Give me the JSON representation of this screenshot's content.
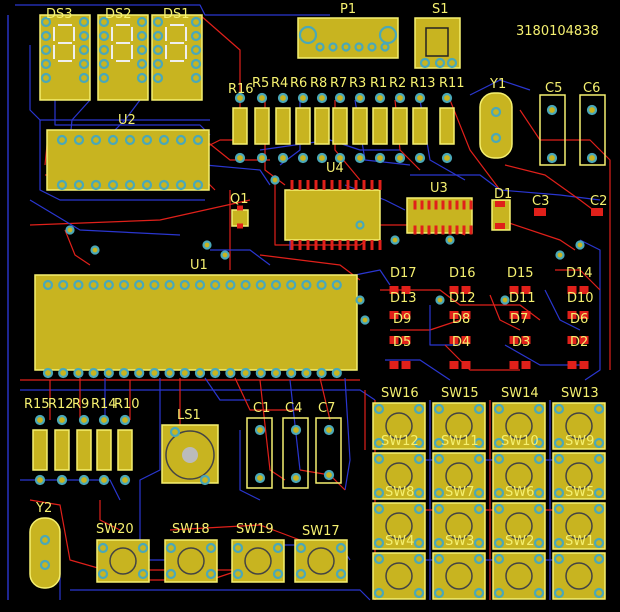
{
  "serial_number": "3180104838",
  "board_colors": {
    "background": "#000000",
    "silkscreen": "#f5f070",
    "top_copper": "#e0201a",
    "bottom_copper": "#2a36d0",
    "pad": "#4aa8b8",
    "pad_fill": "#c8b420",
    "smd_pad": "#e0201a"
  },
  "labels": {
    "DS3": "DS3",
    "DS2": "DS2",
    "DS1": "DS1",
    "P1": "P1",
    "S1": "S1",
    "R16": "R16",
    "R5": "R5",
    "R4": "R4",
    "R6": "R6",
    "R8": "R8",
    "R7": "R7",
    "R3": "R3",
    "R1": "R1",
    "R2": "R2",
    "R13": "R13",
    "R11": "R11",
    "Y1": "Y1",
    "C5": "C5",
    "C6": "C6",
    "U2": "U2",
    "U4": "U4",
    "U3": "U3",
    "Q1": "Q1",
    "D1": "D1",
    "C3": "C3",
    "C2": "C2",
    "U1": "U1",
    "D17": "D17",
    "D16": "D16",
    "D15": "D15",
    "D14": "D14",
    "D13": "D13",
    "D12": "D12",
    "D11": "D11",
    "D10": "D10",
    "D9": "D9",
    "D8": "D8",
    "D7": "D7",
    "D6": "D6",
    "D5": "D5",
    "D4": "D4",
    "D3": "D3",
    "D2": "D2",
    "R15": "R15",
    "R12": "R12",
    "R9": "R9",
    "R14": "R14",
    "R10": "R10",
    "LS1": "LS1",
    "C1": "C1",
    "C4": "C4",
    "C7": "C7",
    "SW16": "SW16",
    "SW15": "SW15",
    "SW14": "SW14",
    "SW13": "SW13",
    "SW12": "SW12",
    "SW11": "SW11",
    "SW10": "SW10",
    "SW9": "SW9",
    "SW8": "SW8",
    "SW7": "SW7",
    "SW6": "SW6",
    "SW5": "SW5",
    "SW4": "SW4",
    "SW3": "SW3",
    "SW2": "SW2",
    "SW1": "SW1",
    "Y2": "Y2",
    "SW20": "SW20",
    "SW18": "SW18",
    "SW19": "SW19",
    "SW17": "SW17"
  }
}
